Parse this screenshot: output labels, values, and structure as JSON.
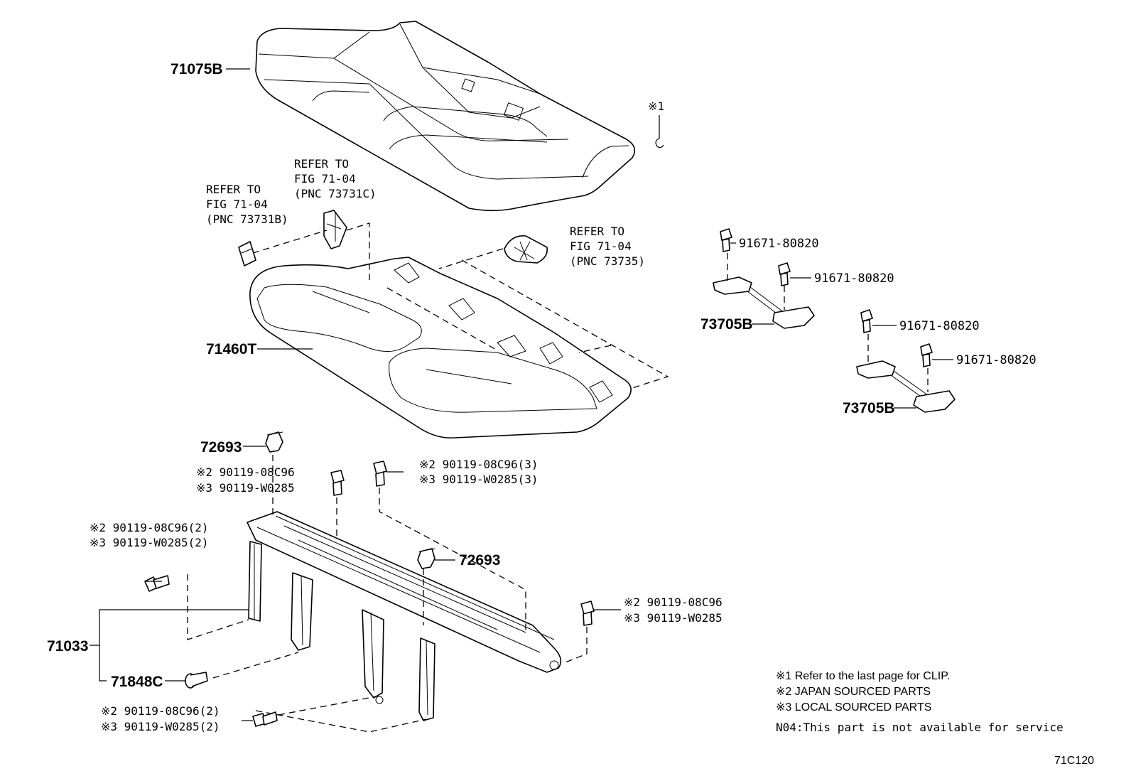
{
  "parts": {
    "seat_cover": "71075B",
    "seat_pad": "71460T",
    "frame": "71033",
    "frame_hook": "71848C",
    "clip_upper": "72693",
    "clip_lower": "72693",
    "hook_assy_1": "73705B",
    "hook_assy_2": "73705B",
    "bolt_a": "91671-80820",
    "bolt_b": "91671-80820",
    "bolt_c": "91671-80820",
    "bolt_d": "91671-80820"
  },
  "refs": {
    "ref_c": [
      "REFER TO",
      "FIG 71-04",
      "(PNC 73731C)"
    ],
    "ref_b": [
      "REFER TO",
      "FIG 71-04",
      "(PNC 73731B)"
    ],
    "ref_735": [
      "REFER TO",
      "FIG 71-04",
      "(PNC 73735)"
    ]
  },
  "clip_mark": "※1",
  "bolts": {
    "top_mid": [
      "※2 90119-08C96",
      "※3 90119-W0285"
    ],
    "top_right": [
      "※2 90119-08C96(3)",
      "※3 90119-W0285(3)"
    ],
    "left": [
      "※2 90119-08C96(2)",
      "※3 90119-W0285(2)"
    ],
    "right": [
      "※2 90119-08C96",
      "※3 90119-W0285"
    ],
    "bottom": [
      "※2 90119-08C96(2)",
      "※3 90119-W0285(2)"
    ]
  },
  "notes": [
    "※1 Refer to the last page for CLIP.",
    "※2 JAPAN SOURCED PARTS",
    "※3 LOCAL SOURCED PARTS"
  ],
  "n04_note": "N04:This part is not available for service",
  "figure_code": "71C120"
}
